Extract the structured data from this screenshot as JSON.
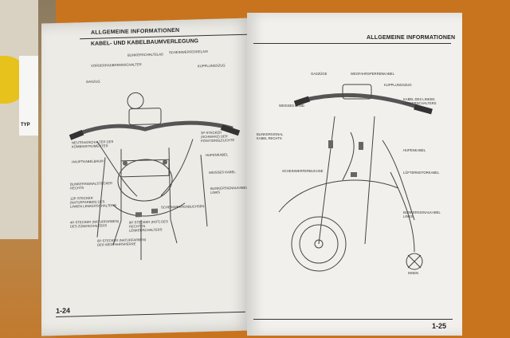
{
  "left_page": {
    "header": "ALLGEMEINE INFORMATIONEN",
    "subheader": "KABEL- UND KABELBAUMVERLEGUNG",
    "page_number": "1-24",
    "labels": [
      "BLINKERSCHALTELAD",
      "VORDERRADBREMSSCHALTER",
      "SCHEINWERFERRELAIS",
      "KUPPLUNGSZUG",
      "GASZUG",
      "NEUTRAGSCHALTER DES\nKOMBINSTRUMENTER",
      "HAUPTKABELBAUM",
      "3P-STECKER\n(SCHWARZ) DER\nPOSITIONSLEUCHTE",
      "HUPENKABEL",
      "WEISSES KABEL",
      "BLINKERSIGNALSTECKER\nRECHTS",
      "12P-STECKER\n(NATURFARBEN) DES\nLINKEN LENKERSCHALTERS",
      "BLINKERSIGNALKABEL\nLINKS",
      "SCHEINWERFERBUCHSEN",
      "4P-STECKER (NATURFARBEN)\nDES ZÜNDSCHALTERS",
      "9P-STECKER (ROT) DES\nRECHTEN\nLENKERSCHALTERS",
      "6P-STECKER (NATURFARBEN)\nDER WEGFAHRSPERRE"
    ]
  },
  "right_page": {
    "header": "ALLGEMEINE INFORMATIONEN",
    "page_number": "1-25",
    "labels": [
      "GASZÜGE",
      "WEGFAHRSPERRENKABEL",
      "KUPPLUNGSZUG",
      "WEISSES BAND",
      "KABEL DES LINKEN\nLENKERSCHALTERS",
      "BLINKERSIGNAL\nKABEL RECHTS",
      "HUPENKABEL",
      "SCHEINWERFERBUCHSE",
      "LÜFTERMOTORKABEL",
      "BLINKERSIGNALKABEL\nLINKS",
      "INNEN"
    ]
  },
  "side_tab": {
    "text": "TYP"
  }
}
